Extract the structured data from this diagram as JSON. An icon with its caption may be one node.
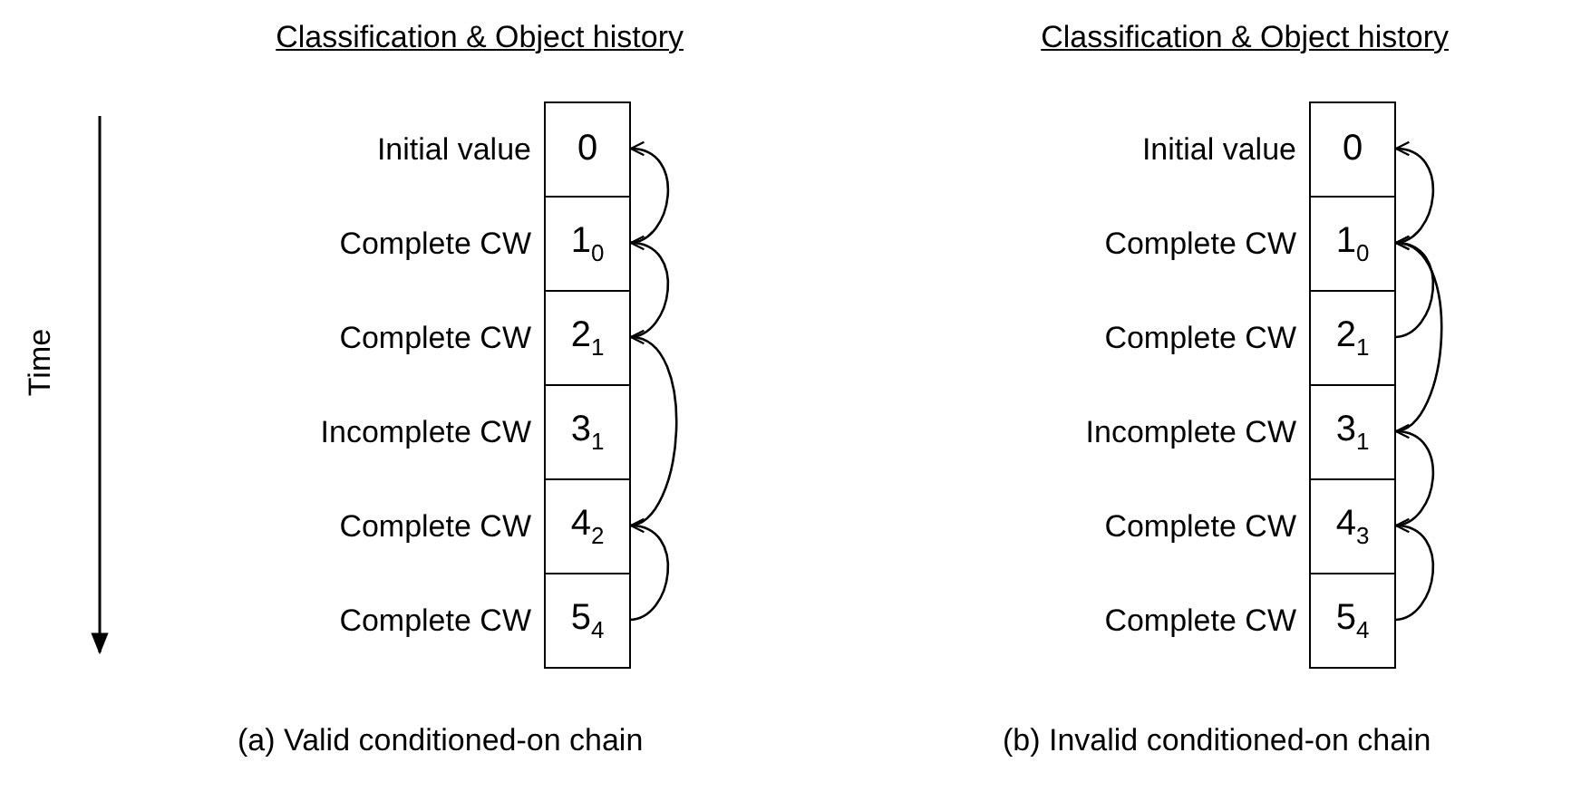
{
  "diagram": {
    "nodes": [
      {
        "text": [
          "Classification & Object history"
        ],
        "beside": [
          "(a) Valid conditioned-on chain"
        ]
      },
      {
        "text": [
          "0"
        ],
        "in": 0,
        "beside": [
          "Initial value"
        ]
      },
      {
        "text": [
          "1$_{0}$"
        ],
        "in": 0,
        "beside": [
          "Complete CW"
        ]
      },
      {
        "text": [
          "2$_{1}$"
        ],
        "in": 0,
        "beside": [
          "Complete CW"
        ]
      },
      {
        "text": [
          "3$_{1}$"
        ],
        "in": 0,
        "beside": [
          "Incomplete CW"
        ]
      },
      {
        "text": [
          "4$_{2}$"
        ],
        "in": 0,
        "beside": [
          "Complete CW"
        ]
      },
      {
        "text": [
          "5$_{4}$"
        ],
        "in": 0,
        "beside": [
          "Complete CW"
        ]
      },
      {
        "text": [
          "Classification & Object history"
        ],
        "beside": [
          "(b) Invalid conditioned-on chain"
        ]
      },
      {
        "text": [
          "0"
        ],
        "in": 7,
        "beside": [
          "Initial value"
        ]
      },
      {
        "text": [
          "1$_{0}$"
        ],
        "in": 7,
        "beside": [
          "Complete CW"
        ]
      },
      {
        "text": [
          "2$_{1}$"
        ],
        "in": 7,
        "beside": [
          "Complete CW"
        ]
      },
      {
        "text": [
          "3$_{1}$"
        ],
        "in": 7,
        "beside": [
          "Incomplete CW"
        ]
      },
      {
        "text": [
          "4$_{3}$"
        ],
        "in": 7,
        "beside": [
          "Complete CW"
        ]
      },
      {
        "text": [
          "5$_{4}$"
        ],
        "in": 7,
        "beside": [
          "Complete CW"
        ]
      }
    ],
    "edges": [
      {
        "from": 2,
        "to": 1,
        "arrow": "to"
      },
      {
        "from": 3,
        "to": 2,
        "arrow": "to"
      },
      {
        "from": 5,
        "to": 3,
        "arrow": "to"
      },
      {
        "from": 6,
        "to": 5,
        "arrow": "to"
      },
      {
        "from": 9,
        "to": 8,
        "arrow": "to"
      },
      {
        "from": 10,
        "to": 9,
        "arrow": "to"
      },
      {
        "from": 11,
        "to": 9,
        "arrow": "to"
      },
      {
        "from": 12,
        "to": 11,
        "arrow": "to"
      },
      {
        "from": 13,
        "to": 12,
        "arrow": "to"
      }
    ],
    "labels": [
      "Time"
    ]
  }
}
